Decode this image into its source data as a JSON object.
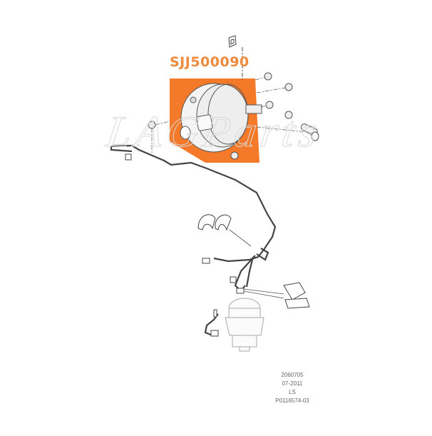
{
  "diagram": {
    "part_number": "SJJ500090",
    "highlight_color": "#F47A2A",
    "label_color": "#F08A3C",
    "watermark": "LAGParts",
    "footer": {
      "line1": "2060705",
      "line2": "07-2011",
      "line3": "LS",
      "line4": "P0116574-03"
    },
    "components": [
      {
        "name": "brake-booster",
        "highlighted": true
      },
      {
        "name": "mounting-nuts"
      },
      {
        "name": "clevis-pin"
      },
      {
        "name": "vacuum-hose"
      },
      {
        "name": "hose-clips"
      },
      {
        "name": "vacuum-pump"
      },
      {
        "name": "mounting-bracket"
      }
    ]
  }
}
